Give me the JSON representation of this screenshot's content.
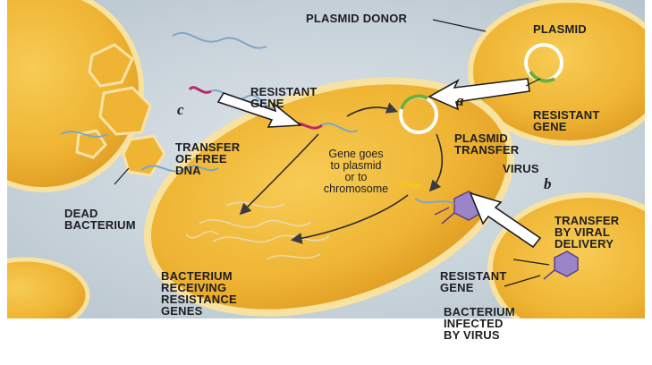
{
  "labels": {
    "plasmid_donor": "PLASMID DONOR",
    "plasmid": "PLASMID",
    "resistant_gene_top_left": [
      "RESISTANT",
      "GENE"
    ],
    "resistant_gene_plasmid": [
      "RESISTANT",
      "GENE"
    ],
    "transfer_free_dna": [
      "TRANSFER",
      "OF FREE",
      "DNA"
    ],
    "plasmid_transfer": [
      "PLASMID",
      "TRANSFER"
    ],
    "gene_goes": [
      "Gene goes",
      "to plasmid",
      "or to",
      "chromosome"
    ],
    "dead_bacterium": [
      "DEAD",
      "BACTERIUM"
    ],
    "virus": "VIRUS",
    "transfer_viral": [
      "TRANSFER",
      "BY VIRAL",
      "DELIVERY"
    ],
    "bacterium_receiving": [
      "BACTERIUM",
      "RECEIVING",
      "RESISTANCE",
      "GENES"
    ],
    "resistant_gene_virus": [
      "RESISTANT",
      "GENE"
    ],
    "bacterium_infected": [
      "BACTERIUM",
      "INFECTED",
      "BY VIRUS"
    ]
  },
  "letters": {
    "a": "a",
    "b": "b",
    "c": "c"
  },
  "colors": {
    "background": "#c9d4dc",
    "bacterium_fill": "#f0b93a",
    "bacterium_edge": "#f7e3a6",
    "plasmid_ring": "#ffffff",
    "resistant_gene": "#b8286e",
    "plasmid_gene": "#6fae3a",
    "virus": "#7a5fa8",
    "chromosome_gene": "#f2c81c"
  }
}
